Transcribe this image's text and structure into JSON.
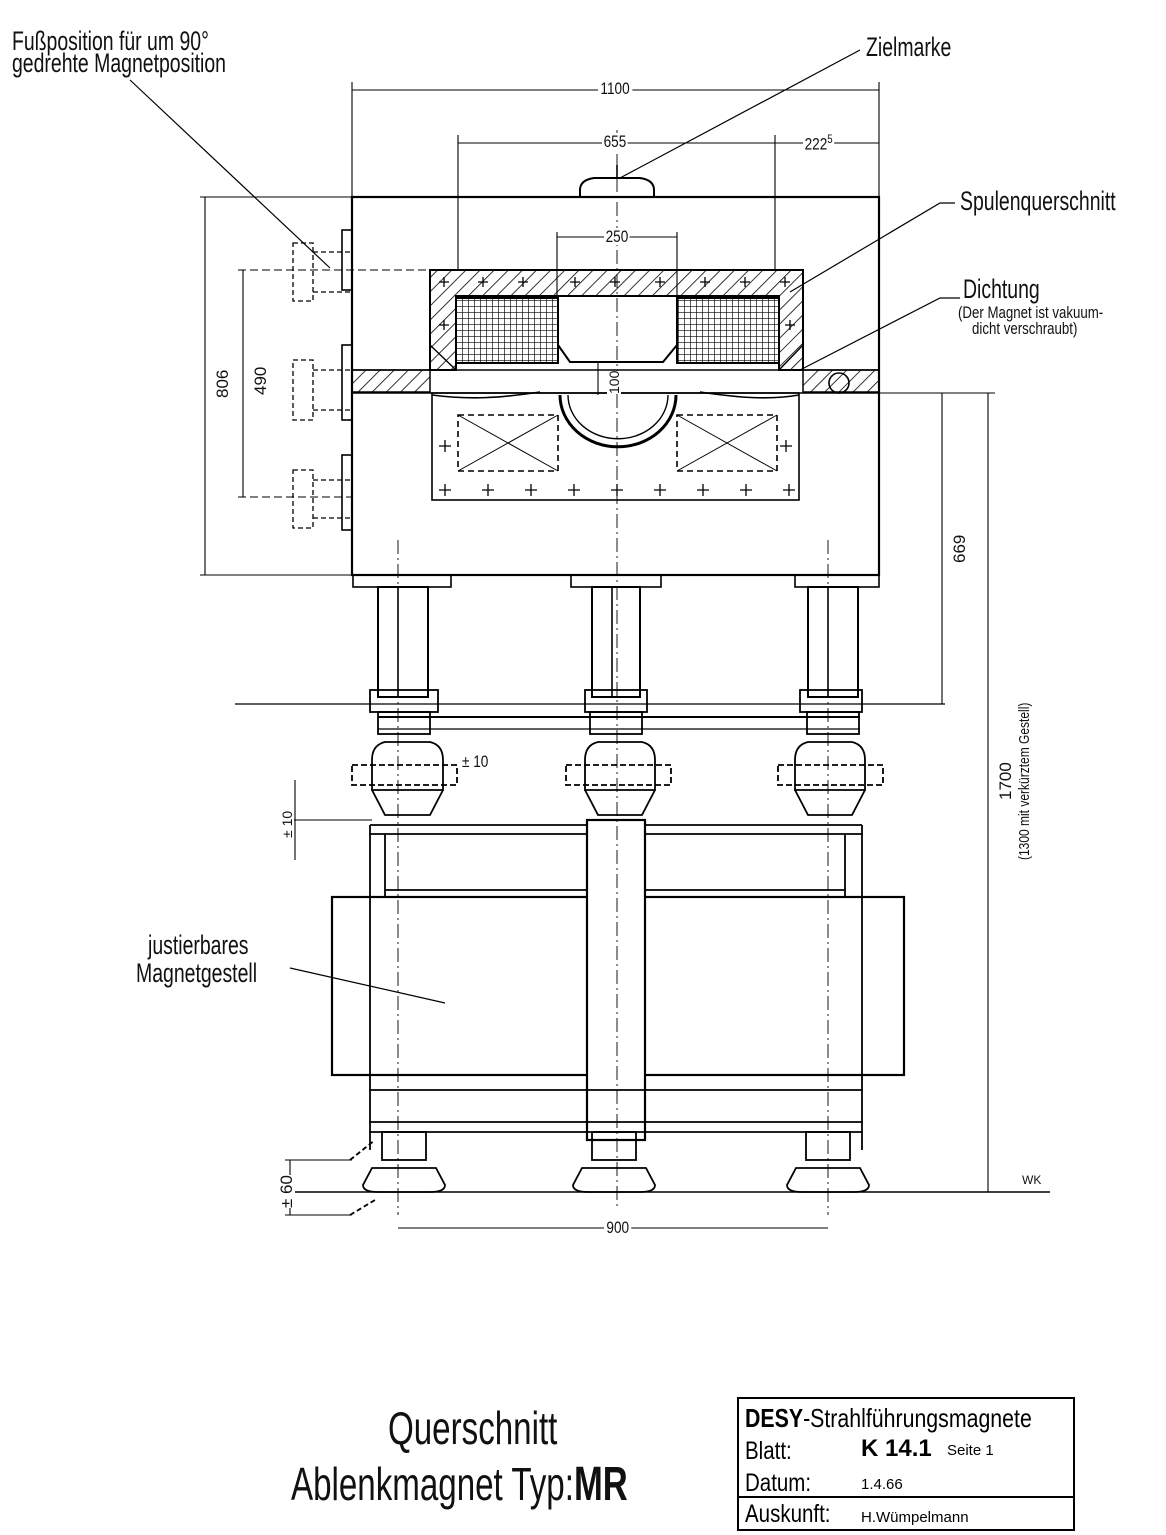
{
  "callouts": {
    "foot_position_line1": "Fußposition für um 90°",
    "foot_position_line2": "gedrehte Magnetposition",
    "target_mark": "Zielmarke",
    "coil_section": "Spulenquerschnitt",
    "seal": "Dichtung",
    "seal_note_line1": "(Der Magnet ist vakuum-",
    "seal_note_line2": "dicht verschraubt)",
    "stand_line1": "justierbares",
    "stand_line2": "Magnetgestell"
  },
  "dimensions": {
    "overall_width": "1100",
    "inner_width": "655",
    "offset_main": "222",
    "offset_sup": "5",
    "gap": "250",
    "height_overall": "806",
    "height_inner": "490",
    "gap_height": "100",
    "beam_to_column": "669",
    "total_height": "1700",
    "total_height_note": "(1300 mit verkürztem Gestell)",
    "adjust_h": "± 10",
    "adjust_v": "± 10",
    "adjust_foot": "± 60",
    "foot_spacing": "900",
    "reference_mark": "WK"
  },
  "title": {
    "line1": "Querschnitt",
    "line2_prefix": "Ablenkmagnet Typ:",
    "line2_type": "MR"
  },
  "title_block": {
    "org": "DESY",
    "series": "-Strahlführungsmagnete",
    "sheet_label": "Blatt:",
    "sheet_value": "K 14.1",
    "page": "Seite 1",
    "date_label": "Datum:",
    "date_value": "1.4.66",
    "contact_label": "Auskunft:",
    "contact_value": "H.Wümpelmann"
  }
}
